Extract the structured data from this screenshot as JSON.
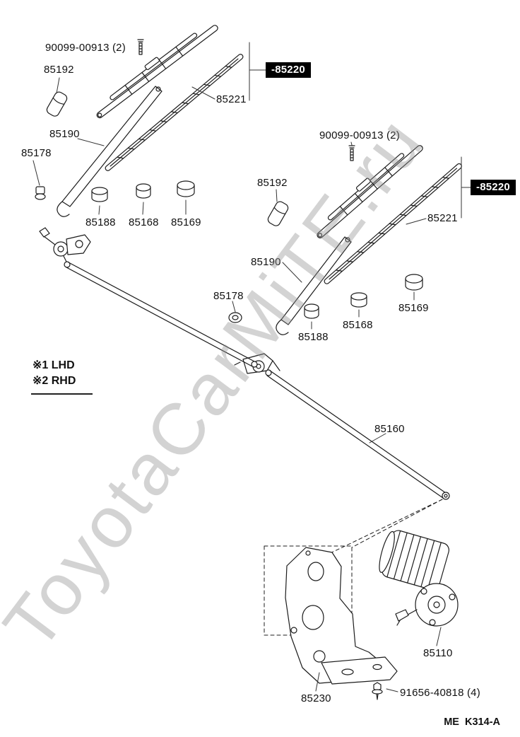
{
  "watermark": {
    "text": "ToyotaCarMiTE.ru"
  },
  "footer": {
    "code": "ME  K314-A"
  },
  "legend": {
    "items": [
      "※1 LHD",
      "※2 RHD"
    ]
  },
  "highlight": {
    "bg": "#000000",
    "fg": "#ffffff"
  },
  "labels": [
    {
      "part": "screw-90099-left",
      "text": "90099-00913 (2)"
    },
    {
      "part": "cap-85192-left",
      "text": "85192"
    },
    {
      "part": "blade-85220-left",
      "text": "-85220",
      "boxed": true
    },
    {
      "part": "insert-85221-left",
      "text": "85221"
    },
    {
      "part": "arm-85190-left",
      "text": "85190"
    },
    {
      "part": "pivot-85178-left",
      "text": "85178"
    },
    {
      "part": "screw-90099-right",
      "text": "90099-00913 (2)"
    },
    {
      "part": "cap-85192-right",
      "text": "85192"
    },
    {
      "part": "blade-85220-right",
      "text": "-85220",
      "boxed": true
    },
    {
      "part": "grommet-85188-left",
      "text": "85188"
    },
    {
      "part": "grommet-85168-left",
      "text": "85168"
    },
    {
      "part": "grommet-85169-left",
      "text": "85169"
    },
    {
      "part": "insert-85221-right",
      "text": "85221"
    },
    {
      "part": "arm-85190-right",
      "text": "85190"
    },
    {
      "part": "pivot-85178-right",
      "text": "85178"
    },
    {
      "part": "grommet-85169-right",
      "text": "85169"
    },
    {
      "part": "grommet-85168-right",
      "text": "85168"
    },
    {
      "part": "grommet-85188-right",
      "text": "85188"
    },
    {
      "part": "link-85160",
      "text": "85160"
    },
    {
      "part": "motor-85110",
      "text": "85110"
    },
    {
      "part": "bracket-85230",
      "text": "85230"
    },
    {
      "part": "bolt-91656",
      "text": "91656-40818 (4)"
    }
  ]
}
